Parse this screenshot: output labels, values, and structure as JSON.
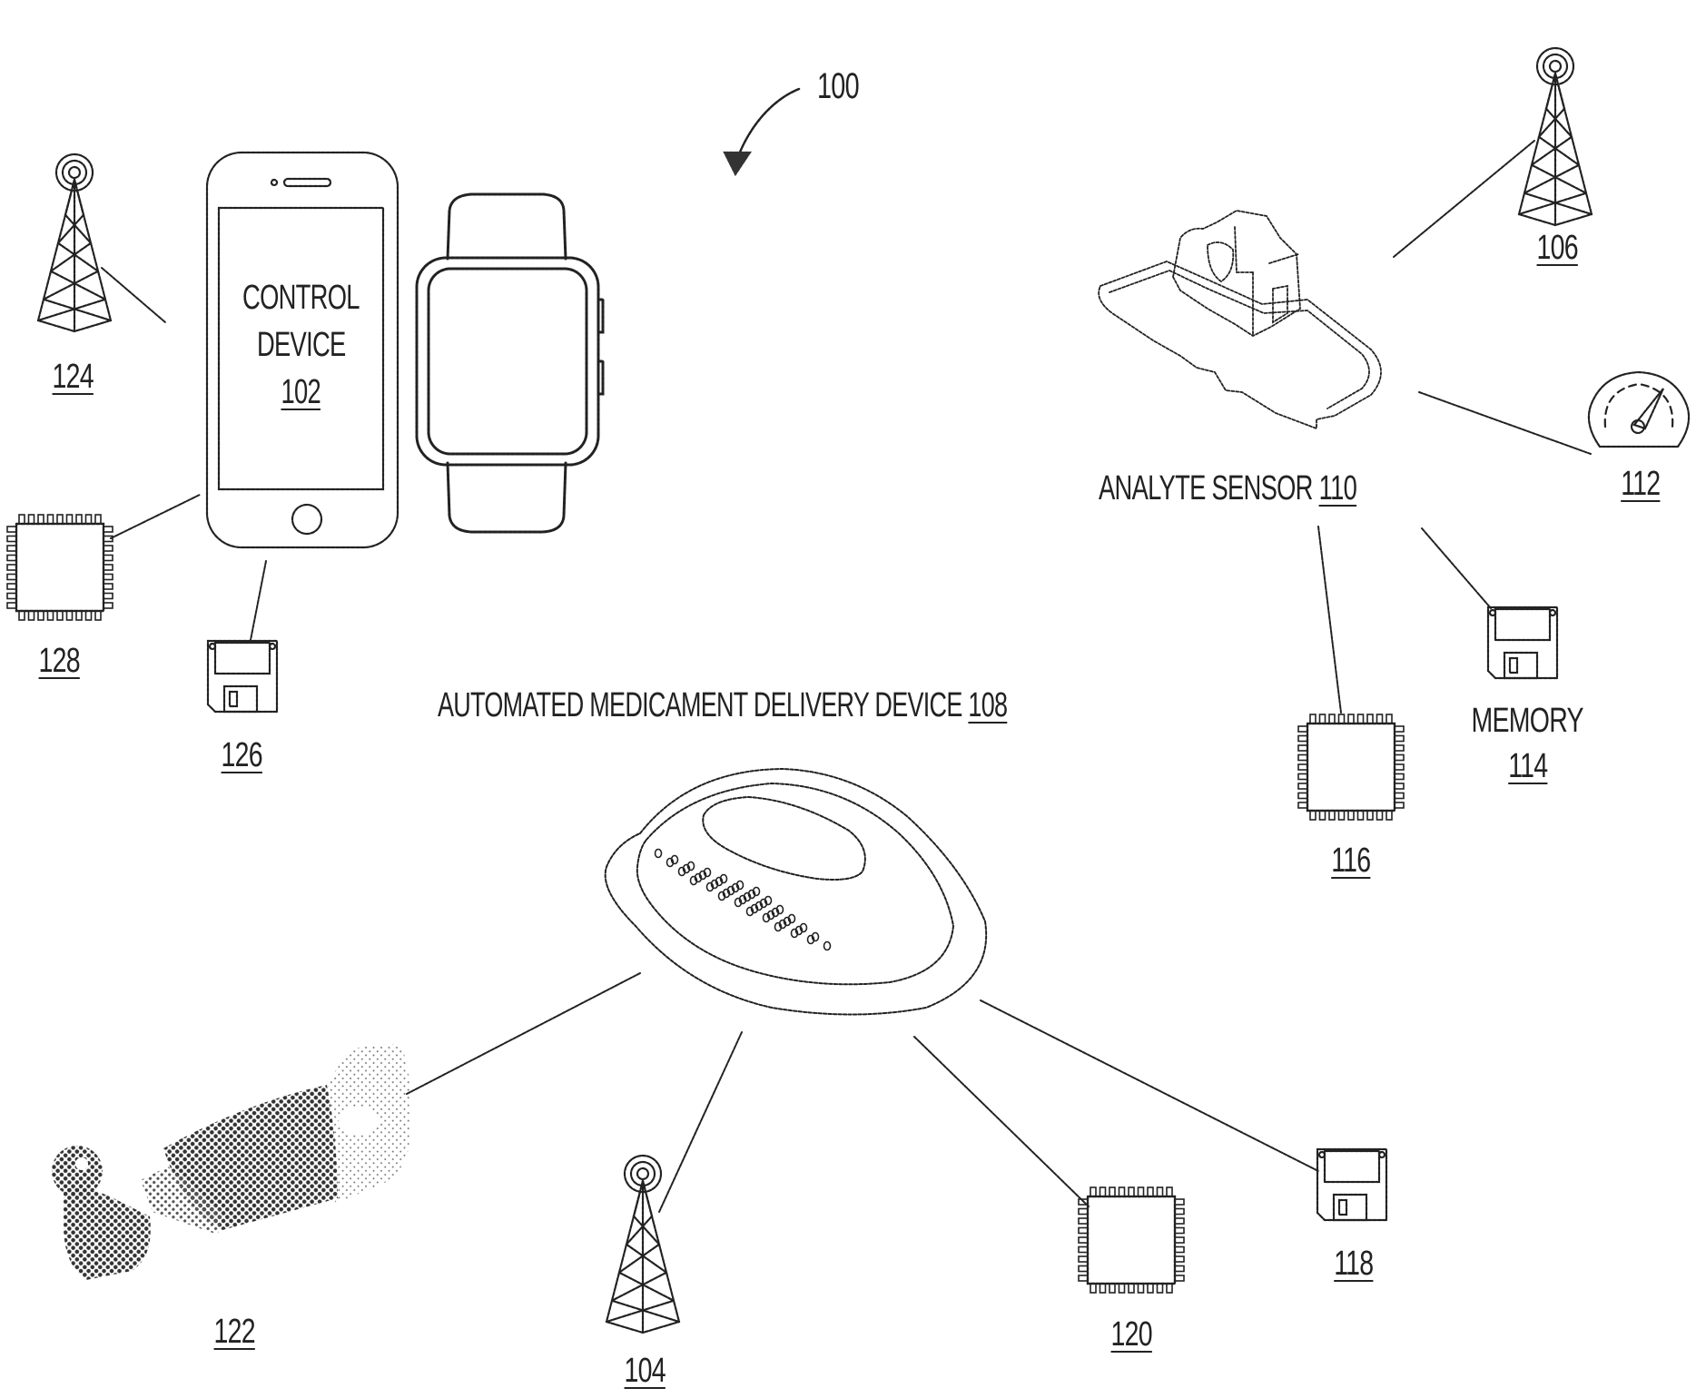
{
  "figure": {
    "reference": "100",
    "control_device": {
      "line1": "CONTROL",
      "line2": "DEVICE",
      "ref": "102"
    },
    "analyte_sensor": {
      "label": "ANALYTE SENSOR",
      "ref": "110"
    },
    "delivery_device": {
      "label": "AUTOMATED MEDICAMENT DELIVERY DEVICE",
      "ref": "108"
    },
    "memory": {
      "label": "MEMORY",
      "ref": "114"
    },
    "components": [
      {
        "ref": "124",
        "icon": "cell-tower-icon"
      },
      {
        "ref": "128",
        "icon": "processor-chip-icon"
      },
      {
        "ref": "126",
        "icon": "floppy-disk-icon"
      },
      {
        "ref": "106",
        "icon": "cell-tower-icon"
      },
      {
        "ref": "112",
        "icon": "gauge-icon"
      },
      {
        "ref": "116",
        "icon": "processor-chip-icon"
      },
      {
        "ref": "122",
        "icon": "cartridge-icon"
      },
      {
        "ref": "104",
        "icon": "cell-tower-icon"
      },
      {
        "ref": "120",
        "icon": "processor-chip-icon"
      },
      {
        "ref": "118",
        "icon": "floppy-disk-icon"
      }
    ],
    "ink_color": "#222222"
  }
}
